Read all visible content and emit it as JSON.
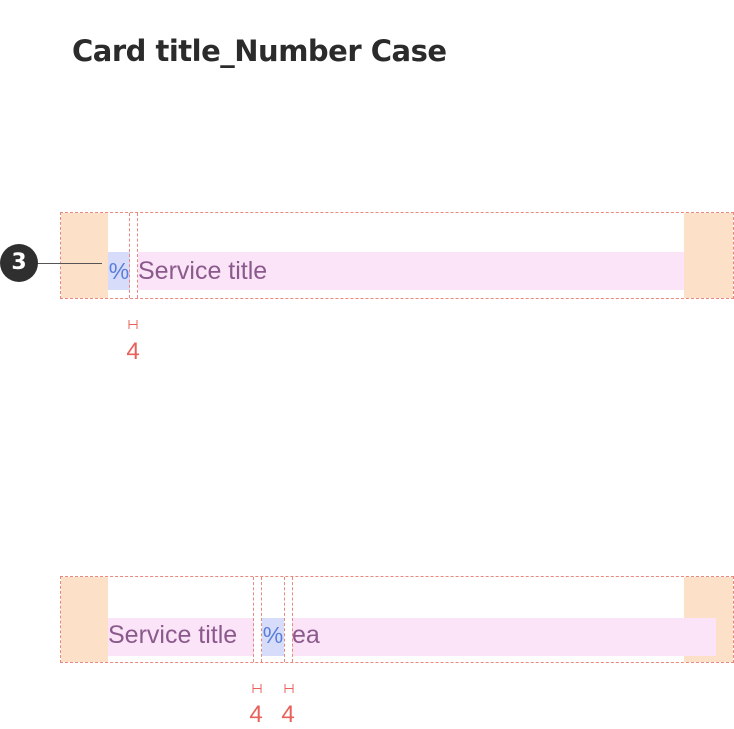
{
  "title": "Card title_Number Case",
  "case_a": {
    "badge": "3",
    "number_glyph": "%",
    "service_title": "Service title",
    "spacing": "4"
  },
  "case_b": {
    "service_title": "Service title",
    "number_glyph": "%",
    "unit_text": "ea",
    "spacing_left": "4",
    "spacing_right": "4"
  },
  "colors": {
    "padding": "#fde0c8",
    "text_area": "#fce4f8",
    "number_area": "#d7dcfb",
    "guide": "#e8887f",
    "measure": "#e8605a"
  }
}
